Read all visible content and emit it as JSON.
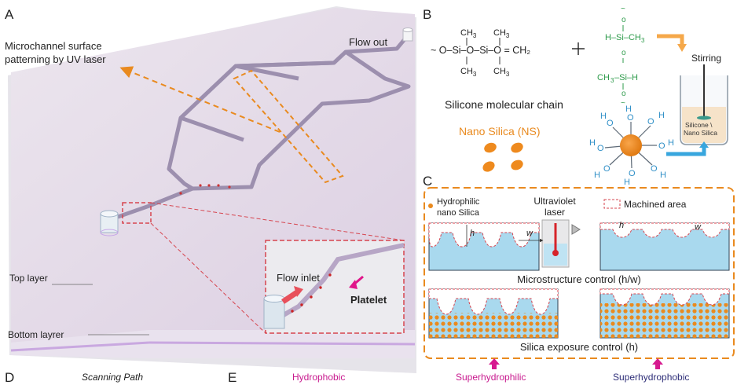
{
  "panel_a": {
    "label": "A",
    "annotation": "Microchannel surface patterning by UV laser",
    "flow_out": "Flow out",
    "flow_inlet": "Flow inlet",
    "platelet": "Platelet",
    "top_layer": "Top layer",
    "bottom_layer": "Bottom layrer"
  },
  "panel_b": {
    "label": "B",
    "chain_formula": "~ O–Si–O–Si–O = CH₂",
    "ch3": "CH",
    "silicone_chain": "Silicone molecular chain",
    "nano_silica": "Nano Silica (NS)",
    "stirring": "Stirring",
    "beaker_line1": "Silicone \\",
    "beaker_line2": "Nano Silica"
  },
  "panel_c": {
    "label": "C",
    "hydrophilic_line1": "Hydrophilic",
    "hydrophilic_line2": "nano Silica",
    "uv_line1": "Ultraviolet",
    "uv_line2": "laser",
    "machined_area": "Machined area",
    "h_symbol": "h",
    "w_symbol": "w",
    "microstructure_caption": "Microstructure control (h/w)",
    "silica_caption": "Silica exposure control (h)"
  },
  "panel_d": {
    "label": "D",
    "title": "Scanning Path"
  },
  "panel_e": {
    "label": "E",
    "hydrophobic": "Hydrophobic",
    "superhydrophilic": "Superhydrophilic",
    "superhydrophobic": "Superhydrophobic"
  },
  "colors": {
    "orange": "#E98A1F",
    "red_dash": "#D6454F",
    "magenta": "#C8198E",
    "blue_fill": "#A9D9EE",
    "green_text": "#2E9B4B",
    "blue_text": "#2F8FC7",
    "chip_top": "#E7DEEA",
    "chip_edge": "#C9A8E0"
  }
}
